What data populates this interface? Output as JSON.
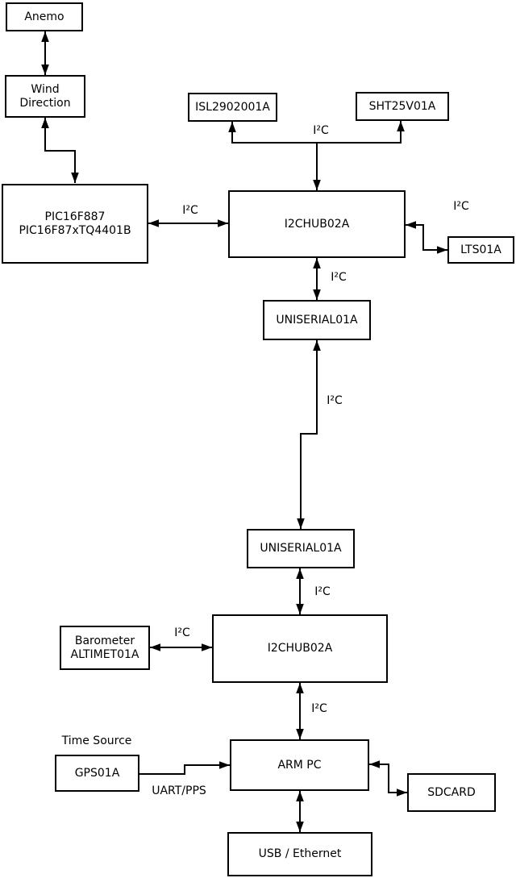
{
  "diagram": {
    "background": "#ffffff",
    "line_color": "#000000",
    "box_fill": "#ffffff",
    "nodes": {
      "anemo": {
        "label": "Anemo"
      },
      "wind_direction": {
        "label": "Wind\nDirection"
      },
      "pic": {
        "label": "PIC16F887\nPIC16F87xTQ4401B"
      },
      "isl": {
        "label": "ISL2902001A"
      },
      "sht": {
        "label": "SHT25V01A"
      },
      "i2chub_top": {
        "label": "I2CHUB02A"
      },
      "lts": {
        "label": "LTS01A"
      },
      "uniserial_top": {
        "label": "UNISERIAL01A"
      },
      "uniserial_bottom": {
        "label": "UNISERIAL01A"
      },
      "i2chub_bottom": {
        "label": "I2CHUB02A"
      },
      "barometer": {
        "label": "Barometer\nALTIMET01A"
      },
      "gps": {
        "label": "GPS01A"
      },
      "arm_pc": {
        "label": "ARM PC"
      },
      "sdcard": {
        "label": "SDCARD"
      },
      "usb_ethernet": {
        "label": "USB / Ethernet"
      }
    },
    "edge_labels": {
      "i2c_sensors": "I²C",
      "i2c_pic_hub": "I²C",
      "i2c_hub_lts": "I²C",
      "i2c_hub_uniserial": "I²C",
      "i2c_uniserial_link": "I²C",
      "i2c_uniserial_hub2": "I²C",
      "i2c_barometer_hub2": "I²C",
      "i2c_hub2_armpc": "I²C",
      "uart_pps": "UART/PPS"
    },
    "annotations": {
      "time_source": "Time Source"
    }
  }
}
